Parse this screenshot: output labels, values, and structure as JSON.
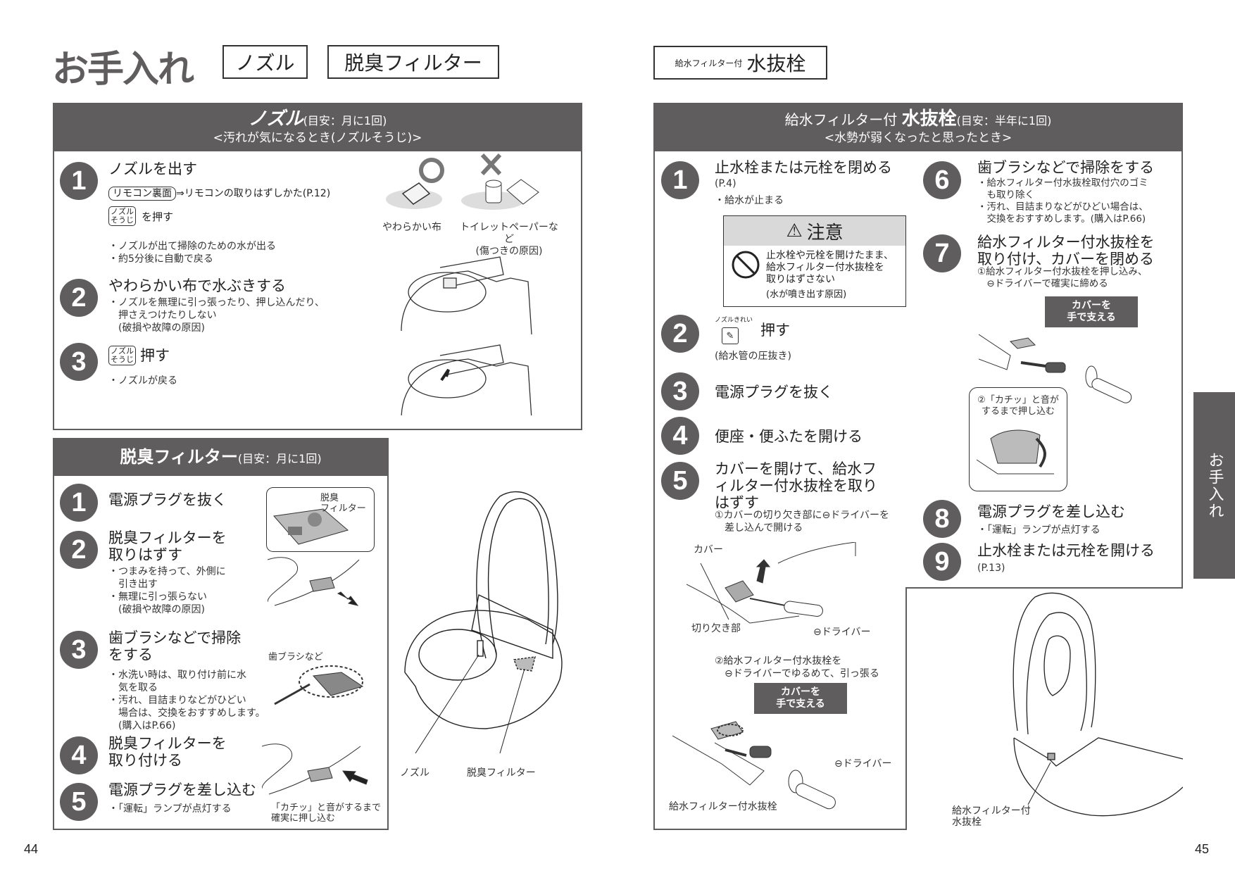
{
  "left_page": {
    "title": "お手入れ",
    "tags": [
      "ノズル",
      "脱臭フィルター"
    ],
    "page_number": "44",
    "nozzle": {
      "title": "ノズル",
      "frequency": "(目安：月に1回)",
      "condition": "<汚れが気になるとき(ノズルそうじ)>",
      "good_label": "やわらかい布",
      "bad_label_1": "トイレットペーパーなど",
      "bad_label_2": "(傷つきの原因)",
      "steps": [
        {
          "num": "1",
          "title": "ノズルを出す",
          "remote_pill": "リモコン裏面",
          "remote_ref": "⇒リモコンの取りはずしかた(P.12)",
          "key_top": "ノズル",
          "key_bottom": "そうじ",
          "key_action": "を押す",
          "notes": [
            "・ノズルが出て掃除のための水が出る",
            "・約5分後に自動で戻る"
          ]
        },
        {
          "num": "2",
          "title": "やわらかい布で水ぶきする",
          "notes": [
            "・ノズルを無理に引っ張ったり、押し込んだり、",
            "　押さえつけたりしない",
            "　(破損や故障の原因)"
          ]
        },
        {
          "num": "3",
          "key_top": "ノズル",
          "key_bottom": "そうじ",
          "title": "押す",
          "notes": [
            "・ノズルが戻る"
          ]
        }
      ]
    },
    "filter": {
      "title": "脱臭フィルター",
      "frequency": "(目安：月に1回)",
      "steps": [
        {
          "num": "1",
          "title": "電源プラグを抜く"
        },
        {
          "num": "2",
          "title": "脱臭フィルターを取りはずす",
          "notes": [
            "・つまみを持って、外側に",
            "　引き出す",
            "・無理に引っ張らない",
            "　(破損や故障の原因)"
          ]
        },
        {
          "num": "3",
          "title": "歯ブラシなどで掃除をする",
          "notes": [
            "・水洗い時は、取り付け前に水",
            "　気を取る",
            "・汚れ、目詰まりなどがひどい",
            "　場合は、交換をおすすめします。",
            "　(購入はP.66)"
          ]
        },
        {
          "num": "4",
          "title": "脱臭フィルターを取り付ける"
        },
        {
          "num": "5",
          "title": "電源プラグを差し込む",
          "notes": [
            "・「運転」ランプが点灯する"
          ]
        }
      ],
      "callout_filter_1": "脱臭",
      "callout_filter_2": "フィルター",
      "toothbrush_label": "歯ブラシなど",
      "click_note_1": "「カチッ」と音がするまで",
      "click_note_2": "確実に押し込む"
    },
    "toilet_labels": {
      "nozzle": "ノズル",
      "filter": "脱臭フィルター"
    }
  },
  "right_page": {
    "tag_small": "給水フィルター付",
    "tag_big": "水抜栓",
    "page_number": "45",
    "side_tab": "お手入れ",
    "drain": {
      "title_prefix": "給水フィルター付",
      "title": "水抜栓",
      "frequency": "(目安：半年に1回)",
      "condition": "<水勢が弱くなったと思ったとき>",
      "steps": [
        {
          "num": "1",
          "title": "止水栓または元栓を閉める",
          "ref": "(P.4)",
          "notes": [
            "・給水が止まる"
          ]
        },
        {
          "num": "2",
          "key_label": "ノズルきれい",
          "title": "押す",
          "notes": [
            "(給水管の圧抜き)"
          ]
        },
        {
          "num": "3",
          "title": "電源プラグを抜く"
        },
        {
          "num": "4",
          "title": "便座・便ふたを開ける"
        },
        {
          "num": "5",
          "title": "カバーを開けて、給水フィルター付水抜栓を取りはずす",
          "notes": [
            "①カバーの切り欠き部に⊖ドライバーを",
            "　差し込んで開ける"
          ]
        },
        {
          "num": "6",
          "title": "歯ブラシなどで掃除をする",
          "notes": [
            "・給水フィルター付水抜栓取付穴のゴミ",
            "　も取り除く",
            "・汚れ、目詰まりなどがひどい場合は、",
            "　交換をおすすめします。(購入はP.66)"
          ]
        },
        {
          "num": "7",
          "title": "給水フィルター付水抜栓を取り付け、カバーを閉める",
          "notes": [
            "①給水フィルター付水抜栓を押し込み、",
            "　⊖ドライバーで確実に締める"
          ]
        },
        {
          "num": "8",
          "title": "電源プラグを差し込む",
          "notes": [
            "・「運転」ランプが点灯する"
          ]
        },
        {
          "num": "9",
          "title": "止水栓または元栓を開ける",
          "ref": "(P.13)"
        }
      ],
      "caution": {
        "title": "注意",
        "text": [
          "止水栓や元栓を開けたまま、",
          "給水フィルター付水抜栓を",
          "取りはずさない"
        ],
        "reason": "(水が噴き出す原因)"
      },
      "diagram_labels": {
        "cover": "カバー",
        "notch": "切り欠き部",
        "driver": "⊖ドライバー",
        "step5_sub2_1": "②給水フィルター付水抜栓を",
        "step5_sub2_2": "　⊖ドライバーでゆるめて、引っ張る",
        "hold_cover_1": "カバーを",
        "hold_cover_2": "手で支える",
        "drain_plug": "給水フィルター付水抜栓",
        "click_1": "②「カチッ」と音が",
        "click_2": "するまで押し込む"
      }
    },
    "toilet_label_1": "給水フィルター付",
    "toilet_label_2": "水抜栓"
  }
}
